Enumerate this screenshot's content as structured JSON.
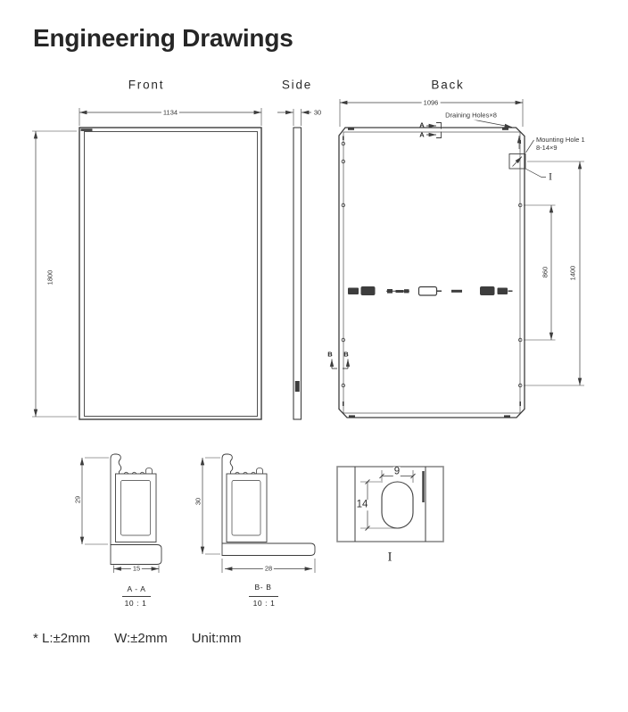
{
  "title": "Engineering Drawings",
  "views": {
    "front": {
      "label": "Front",
      "width": "1134",
      "height": "1800"
    },
    "side": {
      "label": "Side",
      "thickness": "30"
    },
    "back": {
      "label": "Back",
      "width": "1096",
      "hole_span": "860",
      "mount_span": "1400",
      "draining_note": "Draining Holes×8",
      "mounting_note_line1": "Mounting Hole 1",
      "mounting_note_line2": "8-14×9",
      "section_a": "A",
      "section_b": "B",
      "detail_ref": "I"
    }
  },
  "sections": {
    "aa": {
      "name": "A - A",
      "scale": "10 : 1",
      "height": "29",
      "width": "15"
    },
    "bb": {
      "name": "B- B",
      "scale": "10 : 1",
      "height": "30",
      "width": "28"
    }
  },
  "detail_i": {
    "label": "I",
    "hole_width": "9",
    "hole_height": "14"
  },
  "notes": {
    "tolerance_l": "* L:±2mm",
    "tolerance_w": "W:±2mm",
    "unit": "Unit:mm"
  },
  "colors": {
    "line": "#3d3d3d",
    "text": "#262626",
    "background": "#ffffff"
  }
}
